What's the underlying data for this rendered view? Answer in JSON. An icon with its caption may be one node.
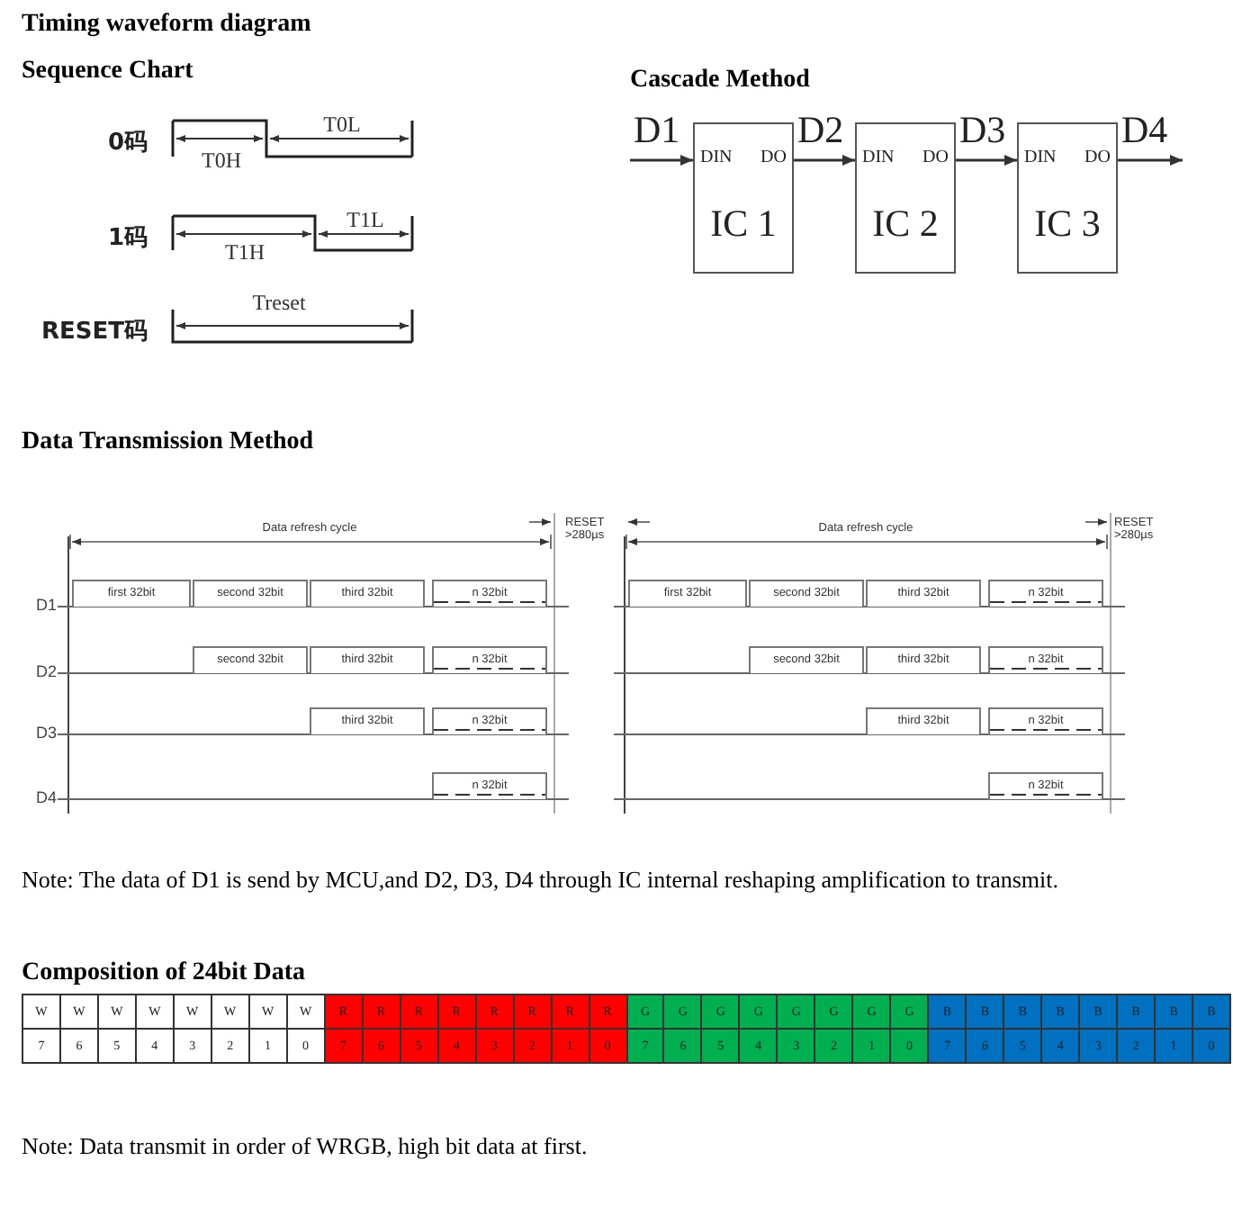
{
  "diagram": {
    "title": "Timing waveform diagram",
    "nodes": [
      {
        "text": [
          "DIN",
          "DO",
          "IC 1"
        ]
      },
      {
        "text": [
          "DIN",
          "DO",
          "IC 2"
        ]
      },
      {
        "text": [
          "DIN",
          "DO",
          "IC 3"
        ]
      },
      {
        "text": [
          "first 32bit"
        ]
      },
      {
        "text": [
          "second 32bit"
        ]
      },
      {
        "text": [
          "third 32bit"
        ]
      },
      {
        "text": [
          "n 32bit"
        ]
      },
      {
        "text": [
          "second 32bit"
        ]
      },
      {
        "text": [
          "third 32bit"
        ]
      },
      {
        "text": [
          "n 32bit"
        ]
      },
      {
        "text": [
          "third 32bit"
        ]
      },
      {
        "text": [
          "n 32bit"
        ]
      },
      {
        "text": [
          "n 32bit"
        ]
      },
      {
        "text": [
          "first 32bit"
        ]
      },
      {
        "text": [
          "second 32bit"
        ]
      },
      {
        "text": [
          "third 32bit"
        ]
      },
      {
        "text": [
          "n 32bit"
        ]
      },
      {
        "text": [
          "second 32bit"
        ]
      },
      {
        "text": [
          "third 32bit"
        ]
      },
      {
        "text": [
          "n 32bit"
        ]
      },
      {
        "text": [
          "third 32bit"
        ]
      },
      {
        "text": [
          "n 32bit"
        ]
      },
      {
        "text": [
          "n 32bit"
        ]
      }
    ],
    "edges": [
      {
        "from": null,
        "to": 0,
        "arrow": "to",
        "label": "D1"
      },
      {
        "from": 0,
        "to": 1,
        "arrow": "to",
        "label": "D2"
      },
      {
        "from": 1,
        "to": 2,
        "arrow": "to",
        "label": "D3"
      },
      {
        "from": 2,
        "to": null,
        "arrow": "to",
        "label": "D4"
      }
    ],
    "labels": [
      "Sequence Chart",
      "Cascade Method",
      "0码",
      "T0H",
      "T0L",
      "1码",
      "T1H",
      "T1L",
      "RESET码",
      "Treset",
      "Data Transmission Method",
      "RESET >280µs",
      "Data refresh cycle",
      "RESET >280µs",
      "Data refresh cycle",
      "D1",
      "D2",
      "D3",
      "D4",
      "Note: The data of D1 is send by MCU,and D2, D3, D4 through IC internal reshaping amplification to transmit.",
      "Composition of 24bit Data",
      "W",
      "W",
      "W",
      "W",
      "W",
      "W",
      "W",
      "W",
      "R",
      "R",
      "R",
      "R",
      "R",
      "R",
      "R",
      "R",
      "G",
      "G",
      "G",
      "G",
      "G",
      "G",
      "G",
      "G",
      "B",
      "B",
      "B",
      "B",
      "B",
      "B",
      "B",
      "B",
      "7",
      "6",
      "5",
      "4",
      "3",
      "2",
      "1",
      "0",
      "7",
      "6",
      "5",
      "4",
      "3",
      "2",
      "1",
      "0",
      "7",
      "6",
      "5",
      "4",
      "3",
      "2",
      "1",
      "0",
      "7",
      "6",
      "5",
      "4",
      "3",
      "2",
      "1",
      "0",
      "Note: Data transmit in order of WRGB, high bit data at first."
    ]
  }
}
